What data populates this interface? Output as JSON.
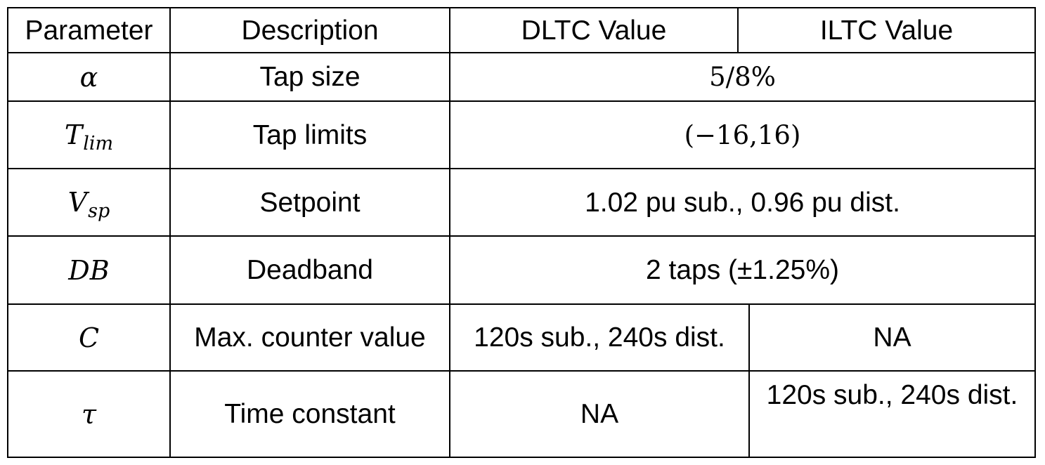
{
  "table": {
    "headers": {
      "parameter": "Parameter",
      "description": "Description",
      "dltc": "DLTC Value",
      "iltc": "ILTC Value"
    },
    "rows": [
      {
        "symbol": "α",
        "description": "Tap size",
        "value": "5/8%"
      },
      {
        "symbol_base": "T",
        "symbol_sub": "lim",
        "description": "Tap limits",
        "value": "(−16,16)"
      },
      {
        "symbol_base": "V",
        "symbol_sub": "sp",
        "description": "Setpoint",
        "value": "1.02 pu sub., 0.96 pu dist."
      },
      {
        "symbol": "DB",
        "description": "Deadband",
        "value": "2 taps (±1.25%)"
      },
      {
        "symbol": "C",
        "description": "Max. counter value",
        "dltc": "120s sub., 240s dist.",
        "iltc": "NA"
      },
      {
        "symbol": "τ",
        "description": "Time constant",
        "dltc": "NA",
        "iltc": "120s sub., 240s dist."
      }
    ]
  }
}
